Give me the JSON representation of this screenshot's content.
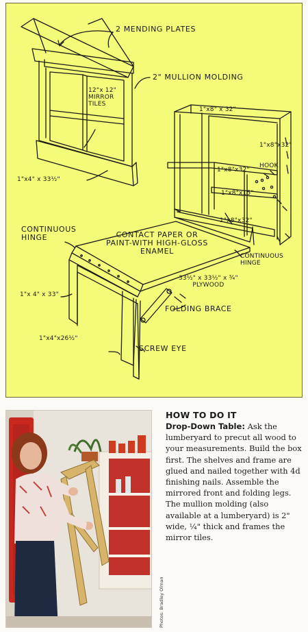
{
  "diagram": {
    "labels": {
      "mending_plates": "2 MENDING PLATES",
      "mullion_molding": "2\" MULLION MOLDING",
      "mirror_tiles": "12\"x 12\"\nMIRROR\nTILES",
      "front_board": "1\"x4\" x 33½\"",
      "top_board": "1\"x8\" x 32\"",
      "side_board": "1\"x8\"x32\"",
      "shelf_1": "1\"x8\"x32\"",
      "hook": "HOOK",
      "shelf_2": "1\"x8\"x15\"",
      "bottom_board": "1\"x8\"x32\"",
      "continuous_hinge_left": "CONTINUOUS\nHINGE",
      "contact_paper": "CONTACT PAPER OR\nPAINT-WITH HIGH-GLOSS\nENAMEL",
      "continuous_hinge_right": "CONTINUOUS\nHINGE",
      "plywood": "33½\" x 33½\" x ¾\"\nPLYWOOD",
      "table_edge": "1\"x 4\" x 33\"",
      "folding_brace": "FOLDING BRACE",
      "leg": "1\"x4\"x26½\"",
      "screw_eye": "SCREW EYE"
    }
  },
  "photo": {
    "credit": "Photos: Bradley Olman"
  },
  "article": {
    "heading": "HOW TO DO IT",
    "subheading": "Drop-Down Table:",
    "body": " Ask the lumberyard to precut all wood to your measurements. Build the box first. The shelves and frame are glued and nailed together with 4d finishing nails. Assemble the mirrored front and folding legs. The mullion molding (also available at a lumberyard) is 2\" wide, ¼\" thick and frames the mirror tiles."
  },
  "colors": {
    "diagram_bg": "#f3fb78",
    "ink": "#1a1a16",
    "page_bg": "#fbfaf7"
  }
}
